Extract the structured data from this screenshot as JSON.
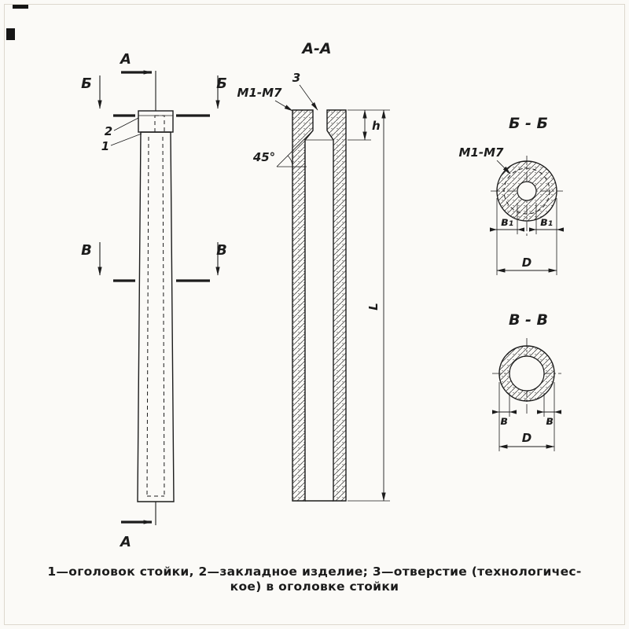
{
  "drawing": {
    "caption": {
      "line1": "1—оголовок стойки, 2—закладное изделие; 3—отверстие (технологичес-",
      "line2": "кое) в оголовке стойки"
    },
    "elevation": {
      "section_a_top": "А",
      "section_a_bottom": "А",
      "section_b_left": "Б",
      "section_b_right": "Б",
      "section_v_left": "В",
      "section_v_right": "В",
      "callout_2": "2",
      "callout_1": "1"
    },
    "section_aa": {
      "title": "А-А",
      "m1m7": "М1-М7",
      "callout_3": "3",
      "angle": "45°",
      "dim_h": "h",
      "dim_l": "L"
    },
    "section_bb": {
      "title": "Б - Б",
      "m1m7": "М1-М7",
      "dim_v1_left": "в₁",
      "dim_v1_right": "в₁",
      "dim_d": "D"
    },
    "section_vv": {
      "title": "В - В",
      "dim_v_left": "в",
      "dim_v_right": "в",
      "dim_d": "D"
    }
  }
}
